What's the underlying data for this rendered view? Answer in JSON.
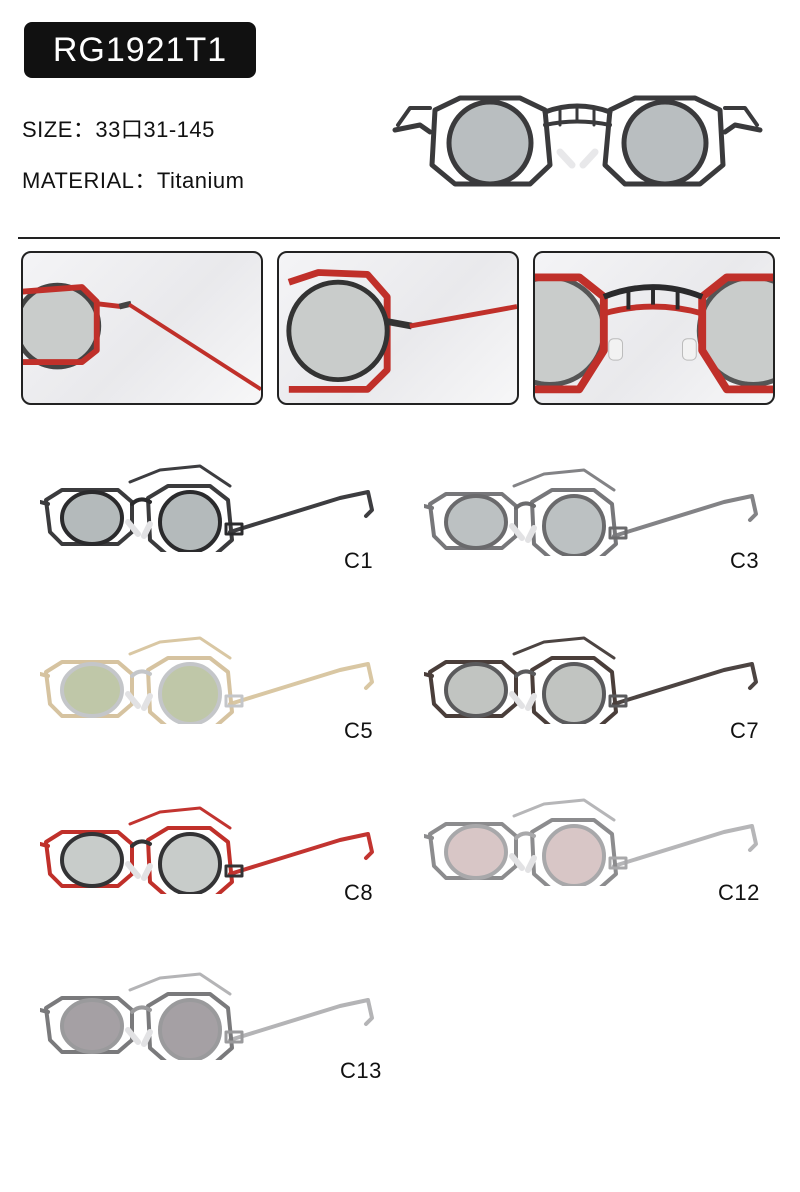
{
  "product": {
    "model": "RG1921T1",
    "size_label": "SIZE：",
    "size_value": "33口31-145",
    "material_label": "MATERIAL：",
    "material_value": "Titanium"
  },
  "colors": {
    "dark_frame": "#3a3a3c",
    "lens_gray": "#b9bec0",
    "accent_red": "#c0302a"
  },
  "variants": [
    {
      "code": "C1",
      "frame": "#3b3b3d",
      "inner": "#2a2a2c",
      "temple": "#3d3d40",
      "lens": "#b4babb"
    },
    {
      "code": "C3",
      "frame": "#77777a",
      "inner": "#6a6a6c",
      "temple": "#838386",
      "lens": "#bcc1c2"
    },
    {
      "code": "C5",
      "frame": "#d6c3a0",
      "inner": "#c4c6c9",
      "temple": "#d9c7a3",
      "lens": "#bfc7a8"
    },
    {
      "code": "C7",
      "frame": "#4a3e3a",
      "inner": "#5a5a5c",
      "temple": "#4c4442",
      "lens": "#c1c4c1"
    },
    {
      "code": "C8",
      "frame": "#c0302a",
      "inner": "#333335",
      "temple": "#c23430",
      "lens": "#c8ccca"
    },
    {
      "code": "C12",
      "frame": "#8c8c8e",
      "inner": "#a8a8aa",
      "temple": "#b6b6b8",
      "lens": "#d8c6c6"
    },
    {
      "code": "C13",
      "frame": "#7a7a7c",
      "inner": "#9a9a9c",
      "temple": "#b4b4b6",
      "lens": "#a5a0a4"
    }
  ]
}
